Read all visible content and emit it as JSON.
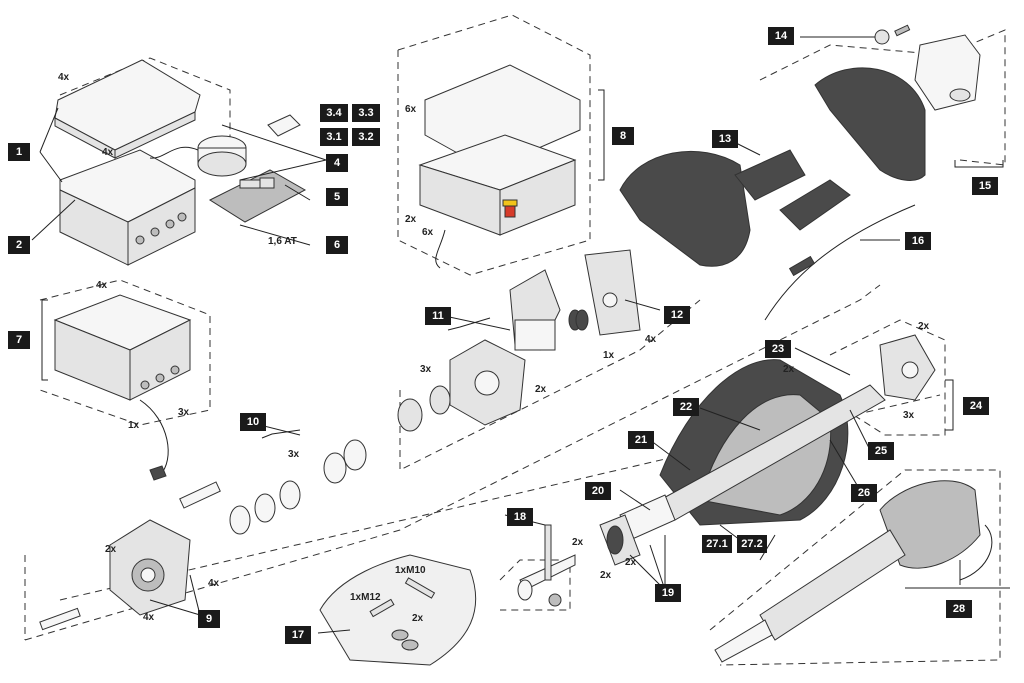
{
  "labels": {
    "l1": "1",
    "l2": "2",
    "l3_1": "3.1",
    "l3_2": "3.2",
    "l3_3": "3.3",
    "l3_4": "3.4",
    "l4": "4",
    "l5": "5",
    "l6": "6",
    "l7": "7",
    "l8": "8",
    "l9": "9",
    "l10": "10",
    "l11": "11",
    "l12": "12",
    "l13": "13",
    "l14": "14",
    "l15": "15",
    "l16": "16",
    "l17": "17",
    "l18": "18",
    "l19": "19",
    "l20": "20",
    "l21": "21",
    "l22": "22",
    "l23": "23",
    "l24": "24",
    "l25": "25",
    "l26": "26",
    "l27_1": "27.1",
    "l27_2": "27.2",
    "l28": "28"
  },
  "annotations": {
    "q_4x_a": "4x",
    "q_4x_b": "4x",
    "q_4x_c": "4x",
    "q_4x_d": "4x",
    "q_4x_e": "4x",
    "q_4x_f": "4x",
    "q_6x_a": "6x",
    "q_6x_b": "6x",
    "q_2x_a": "2x",
    "q_2x_b": "2x",
    "q_2x_c": "2x",
    "q_2x_d": "2x",
    "q_2x_e": "2x",
    "q_2x_f": "2x",
    "q_2x_g": "2x",
    "q_2x_h": "2x",
    "q_2x_i": "2x",
    "q_3x_a": "3x",
    "q_3x_b": "3x",
    "q_3x_c": "3x",
    "q_3x_d": "3x",
    "q_1x_a": "1x",
    "q_1x_b": "1x",
    "fuse": "1,6 AT",
    "m10": "1xM10",
    "m12": "1xM12"
  }
}
